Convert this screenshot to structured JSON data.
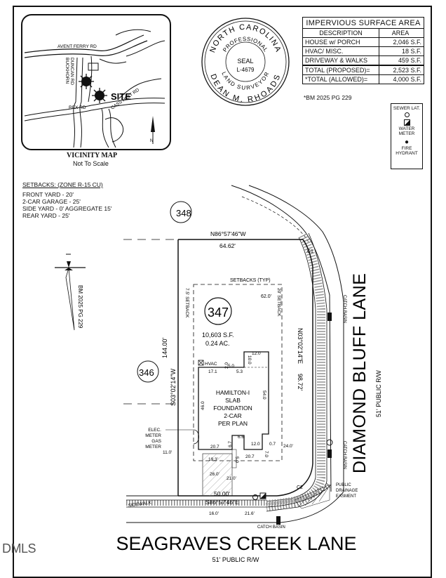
{
  "table": {
    "title": "IMPERVIOUS SURFACE AREA",
    "col_description": "DESCRIPTION",
    "col_area": "AREA",
    "rows": [
      {
        "desc": "HOUSE w/ PORCH",
        "area": "2,046 S.F."
      },
      {
        "desc": "HVAC/ MISC.",
        "area": "18 S.F."
      },
      {
        "desc": "DRIVEWAY & WALKS",
        "area": "459 S.F."
      }
    ],
    "total_proposed_label": "TOTAL (PROPOSED)=",
    "total_proposed": "2,523 S.F.",
    "total_allowed_label": "*TOTAL (ALLOWED)=",
    "total_allowed": "4,000 S.F.",
    "note": "*BM 2025 PG 229"
  },
  "seal": {
    "top": "NORTH CAROLINA",
    "professional": "PROFESSIONAL",
    "seal": "SEAL",
    "number": "L-4679",
    "surveyor": "LAND SURVEYOR",
    "name": "DEAN M. RHOADS"
  },
  "vicinity": {
    "title": "VICINITY MAP",
    "subtitle": "Not To Scale",
    "roads": [
      "AVENT FERRY RD",
      "BUCKHORN",
      "DUNCAN RD",
      "REX RD",
      "CASS HOLT RD"
    ],
    "site": "SITE",
    "north": "N"
  },
  "setbacks": {
    "title": "SETBACKS: (ZONE R-15 CU)",
    "lines": [
      "FRONT YARD - 20'",
      "2-CAR GARAGE - 25'",
      "SIDE YARD - 0' AGGREGATE 15'",
      "REAR YARD - 25'"
    ]
  },
  "legend": {
    "sewer": "SEWER LAT.",
    "water": "WATER METER",
    "hydrant": "FIRE HYDRANT"
  },
  "plat": {
    "lot_348": "348",
    "lot_347": "347",
    "lot_346": "346",
    "north_bearing": "N86°57'46\"W",
    "north_dist": "64.62'",
    "west_bearing": "S03°02'14\"W",
    "west_dist": "144.00'",
    "east_bearing": "N03°02'14\"E",
    "east_dist": "98.72'",
    "south_bearing": "S86°57'46\"E",
    "south_dist": "50.00'",
    "area_sf": "10,603 S.F.",
    "area_ac": "0.24 AC.",
    "setbacks_typ": "SETBACKS (TYP)",
    "setback_75": "7.5' SETBACK",
    "setback_20": "20' SETBACK",
    "dim_620": "62.0'",
    "house_lines": [
      "HAMILTON-I",
      "SLAB",
      "FOUNDATION",
      "2-CAR",
      "PER PLAN"
    ],
    "hvac": "HVAC",
    "dims": {
      "d120a": "12.0",
      "d100": "10.0",
      "d171": "17.1",
      "d50": "5.0",
      "d53": "5.3",
      "d20": "2.0",
      "d540": "54.0",
      "d460": "46.0",
      "d66": "6.6",
      "d120b": "12.0",
      "d07a": "0.7",
      "d240": "24.0'",
      "d207a": "20.7",
      "d207b": "20.7",
      "d70": "7.0",
      "d67": "6.7",
      "d193": "19.3'",
      "d260": "26.0'",
      "d210": "21.0'",
      "d50b": "5.0",
      "d160": "16.0'",
      "d216": "21.6'",
      "d110": "11.0'"
    },
    "elec": [
      "ELEC.",
      "METER",
      "GAS",
      "METER"
    ],
    "c1": "C1",
    "c2": "C2",
    "catch_basin": "CATCH BASIN",
    "sidewalk": "SIDEWALK",
    "drainage": [
      "PUBLIC",
      "DRAINAGE",
      "EASMENT"
    ],
    "bm": "BM 2025 PG 229"
  },
  "streets": {
    "main": "SEAGRAVES CREEK LANE",
    "main_rw": "51' PUBLIC R/W",
    "side": "DIAMOND BLUFF LANE",
    "side_rw": "51' PUBLIC R/W"
  },
  "watermark": "DMLS"
}
